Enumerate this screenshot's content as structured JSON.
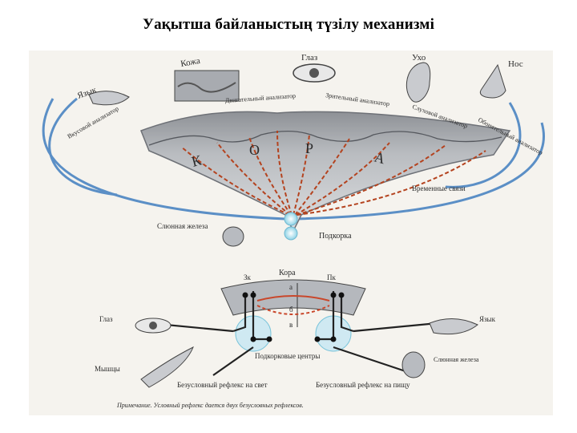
{
  "title": "Уақытша байланыстың түзілу механизмі",
  "cortex_letters": [
    "К",
    "О",
    "Р",
    "А"
  ],
  "top_labels": {
    "skin": "Кожа",
    "eye": "Глаз",
    "ear": "Ухо",
    "nose": "Нос",
    "tongue": "Язык",
    "tactile": "Двигательный анализатор",
    "visual": "Зрительный анализатор",
    "auditory": "Слуховой анализатор",
    "olfactory": "Обонятельный анализатор",
    "taste": "Вкусовой анализатор"
  },
  "mid_labels": {
    "temporary": "Временные связи",
    "salivary": "Слюнная железа",
    "subcortex": "Подкорка"
  },
  "bottom_labels": {
    "cortex": "Кора",
    "zk": "Зк",
    "pk": "Пк",
    "a": "а",
    "b": "б",
    "v": "в",
    "eye": "Глаз",
    "tongue": "Язык",
    "muscle": "Мышцы",
    "salivary": "Слюнная железа",
    "subcortical": "Подкорковые центры",
    "reflex_light": "Безусловный рефлекс на свет",
    "reflex_food": "Безусловный рефлекс на пищу",
    "note": "Примечание. Условный рефлекс дается двух безусловных рефлексов."
  }
}
